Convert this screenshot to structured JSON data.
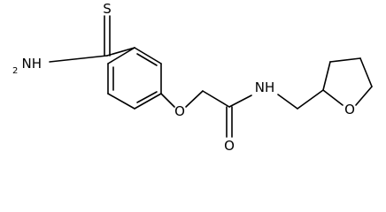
{
  "molecule": {
    "atoms": {
      "thioamide_s": "S",
      "thioamide_n": "NH",
      "thioamide_n_sub": "2",
      "ether_o": "O",
      "carbonyl_o": "O",
      "amide_n": "NH",
      "ring_o": "O"
    }
  }
}
